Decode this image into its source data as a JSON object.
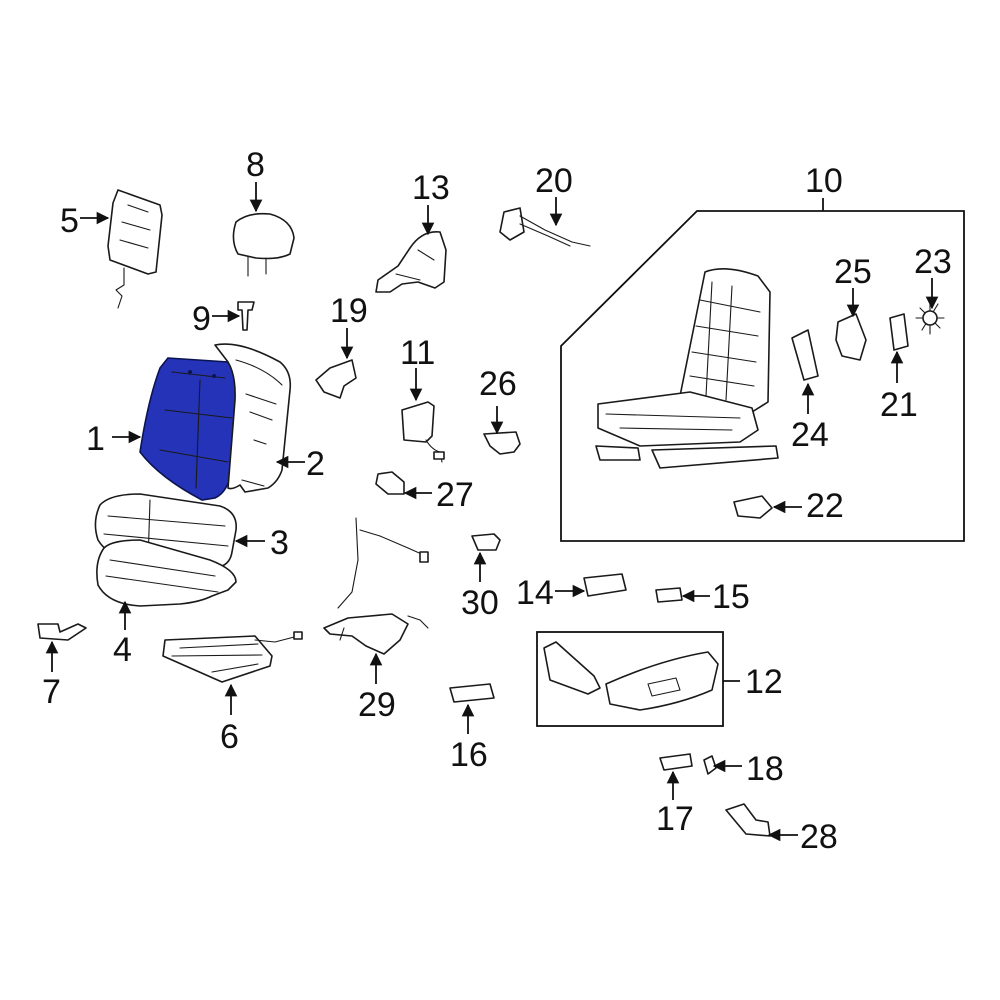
{
  "diagram": {
    "highlight_color": "#2433b8",
    "highlighted_part": "1",
    "callouts": {
      "c1": "1",
      "c2": "2",
      "c3": "3",
      "c4": "4",
      "c5": "5",
      "c6": "6",
      "c7": "7",
      "c8": "8",
      "c9": "9",
      "c10": "10",
      "c11": "11",
      "c12": "12",
      "c13": "13",
      "c14": "14",
      "c15": "15",
      "c16": "16",
      "c17": "17",
      "c18": "18",
      "c19": "19",
      "c20": "20",
      "c21": "21",
      "c22": "22",
      "c23": "23",
      "c24": "24",
      "c25": "25",
      "c26": "26",
      "c27": "27",
      "c28": "28",
      "c29": "29",
      "c30": "30"
    }
  }
}
